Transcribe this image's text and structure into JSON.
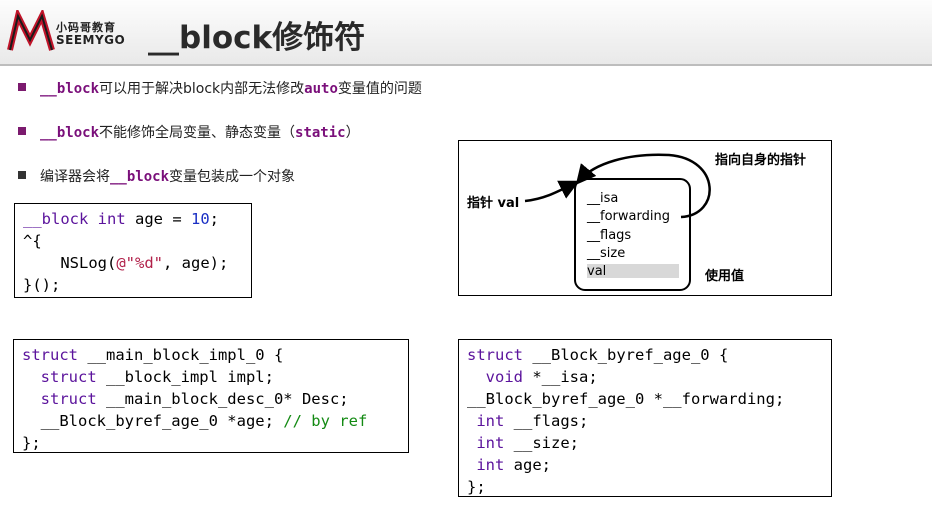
{
  "logo": {
    "cn": "小码哥教育",
    "en": "SEEMYGO"
  },
  "title": "__block修饰符",
  "bullets": [
    {
      "kw1": "__block",
      "text1": "可以用于解决block内部无法修改",
      "kw2": "auto",
      "text2": "变量值的问题",
      "color": "#7b1a6e"
    },
    {
      "kw1": "__block",
      "text1": "不能修饰全局变量、静态变量（",
      "kw2": "static",
      "text2": "）",
      "color": "#7b1a6e"
    },
    {
      "pre": "编译器会将",
      "kw1": "__block",
      "text1": "变量包装成一个对象",
      "color": "#333333"
    }
  ],
  "code1": {
    "l1": {
      "kw": "__block int",
      "rest": " age = ",
      "num": "10",
      "end": ";"
    },
    "l2": "^{",
    "l3": {
      "fn": "    NSLog(",
      "str": "@\"%d\"",
      "rest": ", age);"
    },
    "l4": "}();"
  },
  "code2": {
    "l1": {
      "kw": "struct",
      "rest": " __main_block_impl_0 {"
    },
    "l2": {
      "kw": "  struct",
      "rest": " __block_impl impl;"
    },
    "l3": {
      "kw": "  struct",
      "rest": " __main_block_desc_0* Desc;"
    },
    "l4": {
      "rest": "  __Block_byref_age_0 *age; ",
      "cm": "// by ref"
    },
    "l5": "};"
  },
  "code3": {
    "l1": {
      "kw": "struct",
      "rest": " __Block_byref_age_0 {"
    },
    "l2": {
      "kw": "  void",
      "rest": " *__isa;"
    },
    "l3": "__Block_byref_age_0 *__forwarding;",
    "l4": {
      "kw": " int",
      "rest": " __flags;"
    },
    "l5": {
      "kw": " int",
      "rest": " __size;"
    },
    "l6": {
      "kw": " int",
      "rest": " age;"
    },
    "l7": "};"
  },
  "diagram": {
    "self_pointer_label": "指向自身的指针",
    "pointer_label": "指针 val",
    "value_label": "使用值",
    "fields": [
      "__isa",
      "__forwarding",
      "__flags",
      "__size",
      "val"
    ]
  }
}
